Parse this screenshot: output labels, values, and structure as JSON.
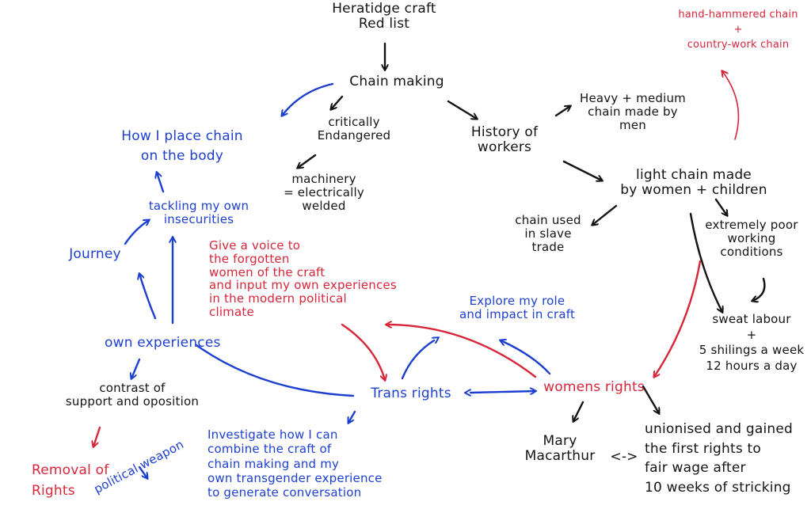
{
  "colors": {
    "marker_black": "#141414",
    "marker_blue": "#1d3fd0",
    "marker_red": "#d7263a",
    "board": "#ffffff"
  },
  "nodes": {
    "title": [
      "Heratidge craft",
      "Red list"
    ],
    "chain_making": [
      "Chain making"
    ],
    "hand_hammered": [
      "hand-hammered chain",
      "+",
      "country-work chain"
    ],
    "how_place_chain": [
      "How I place chain",
      "on the body"
    ],
    "critically_endangered": [
      "critically",
      "Endangered"
    ],
    "history_of_workers": [
      "History of",
      "workers"
    ],
    "heavy_medium": [
      "Heavy + medium",
      "chain made by",
      "men"
    ],
    "machinery": [
      "machinery",
      "= electrically",
      "welded"
    ],
    "tackling": [
      "tackling my own",
      "insecurities"
    ],
    "light_chain": [
      "light chain made",
      "by women + children"
    ],
    "chain_slave_trade": [
      "chain used",
      "in slave",
      "trade"
    ],
    "journey": [
      "Journey"
    ],
    "poor_conditions": [
      "extremely poor",
      "working",
      "conditions"
    ],
    "give_voice": [
      "Give a voice to",
      "the forgotten",
      "women of the craft",
      "and input my own experiences",
      "in the modern political",
      "climate"
    ],
    "explore_role": [
      "Explore my role",
      "and impact in craft"
    ],
    "sweat_labour": [
      "sweat labour",
      "+",
      "5 shilings a week",
      "12 hours a day"
    ],
    "own_experiences": [
      "own experiences"
    ],
    "womens_rights": [
      "womens rights"
    ],
    "trans_rights": [
      "Trans rights"
    ],
    "contrast": [
      "contrast of",
      "support and oposition"
    ],
    "mary_macarthur": [
      "Mary",
      "Macarthur"
    ],
    "link_arrow": "<->",
    "unionised": [
      "unionised and gained",
      "the first rights to",
      "fair wage after",
      "10 weeks of stricking"
    ],
    "removal_rights": [
      "Removal of",
      "Rights"
    ],
    "political_weapon": [
      "political weapon"
    ],
    "investigate": [
      "Investigate how I can",
      "combine the craft of",
      "chain making and my",
      "own transgender experience",
      "to generate conversation"
    ]
  }
}
